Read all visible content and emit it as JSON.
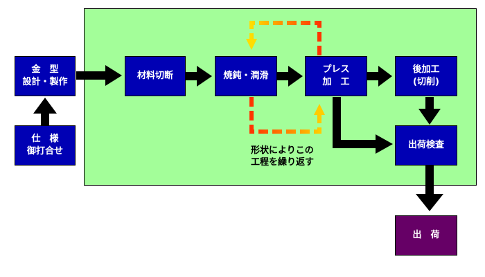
{
  "boxes": {
    "kanagata": "金　型\n設計・製作",
    "shiyo": "仕　様\n御打合せ",
    "zairyo": "材料切断",
    "shodon": "焼鈍・潤滑",
    "press": "プレス\n加　工",
    "atokako": "後加工\n(切削)",
    "kensa": "出荷検査",
    "shukka": "出　荷"
  },
  "note": "形状によりこの\n工程を繰り返す",
  "colors": {
    "panel": "#a3fe99",
    "box": "#0000b4",
    "final_box": "#660066",
    "arrow": "#000000",
    "dash_red": "#ff3300",
    "dash_yellow": "#ffdd00"
  }
}
